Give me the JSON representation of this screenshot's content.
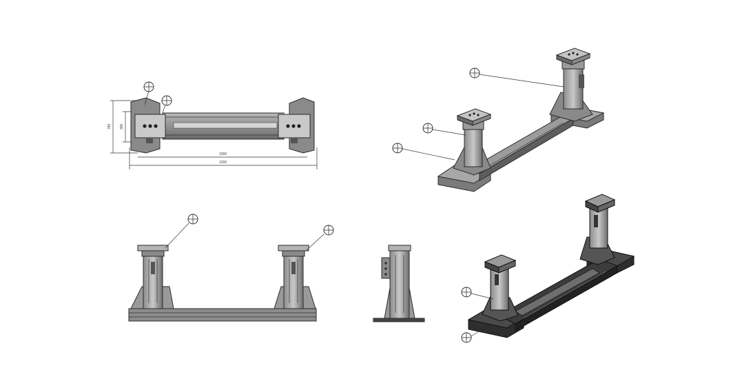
{
  "colors": {
    "metal_light": "#9a9a9a",
    "metal_mid": "#6e6e6e",
    "metal_dark": "#3a3a3a",
    "outline": "#2b2b2b",
    "background": "#ffffff"
  },
  "dimensions": {
    "height_outer": "760",
    "height_inner": "300",
    "length_inner": "1000",
    "length_outer": "1200"
  }
}
